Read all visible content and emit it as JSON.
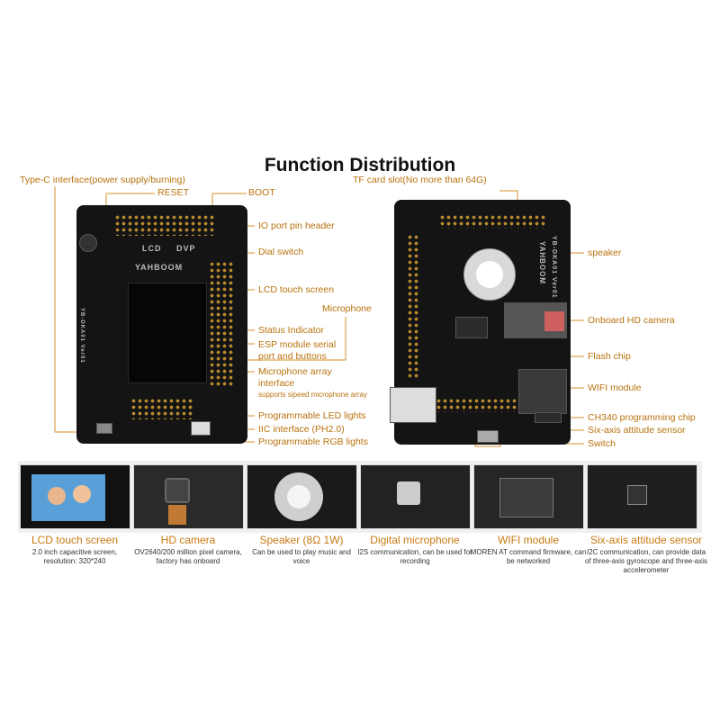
{
  "title": "Function Distribution",
  "left_labels": {
    "type_c": "Type-C interface(power supply/burning)",
    "reset": "RESET",
    "boot": "BOOT",
    "io_header": "IO port pin header",
    "dial_switch": "Dial switch",
    "lcd_touch": "LCD touch screen",
    "status_indicator": "Status Indicator",
    "esp_module_1": "ESP module serial",
    "esp_module_2": "port and buttons",
    "mic_array_1": "Microphone array",
    "mic_array_2": "interface",
    "mic_array_sub": "supports sipeed microphone array",
    "microphone": "Microphone",
    "led_lights": "Programmable LED lights",
    "iic": "IIC interface (PH2.0)",
    "rgb_lights": "Programmable RGB lights"
  },
  "right_labels": {
    "tf_card": "TF card slot(No more than 64G)",
    "speaker": "speaker",
    "hd_camera": "Onboard HD camera",
    "flash_chip": "Flash chip",
    "wifi": "WIFI module",
    "ch340": "CH340 programming chip",
    "six_axis": "Six-axis attitude sensor",
    "switch": "Switch"
  },
  "board_text": {
    "brand": "YAHBOOM",
    "lcd": "LCD",
    "dvp": "DVP",
    "model_left": "YB-DKA01 Ver01",
    "model_right": "YB-DKA01 Ver01"
  },
  "features": [
    {
      "title": "LCD touch screen",
      "desc": "2.0 inch capacitive screen, resolution: 320*240"
    },
    {
      "title": "HD camera",
      "desc": "OV2640/200 million pixel camera, factory has onboard"
    },
    {
      "title": "Speaker (8Ω 1W)",
      "desc": "Can be used to play music and voice"
    },
    {
      "title": "Digital microphone",
      "desc": "I2S communication, can be used for recording"
    },
    {
      "title": "WIFI module",
      "desc": "MOREN AT command firmware, can be networked"
    },
    {
      "title": "Six-axis attitude sensor",
      "desc": "I2C communication, can provide data of three-axis gyroscope and three-axis accelerometer"
    }
  ],
  "colors": {
    "accent": "#c97a12",
    "line": "#d78f2b",
    "board": "#141414"
  }
}
